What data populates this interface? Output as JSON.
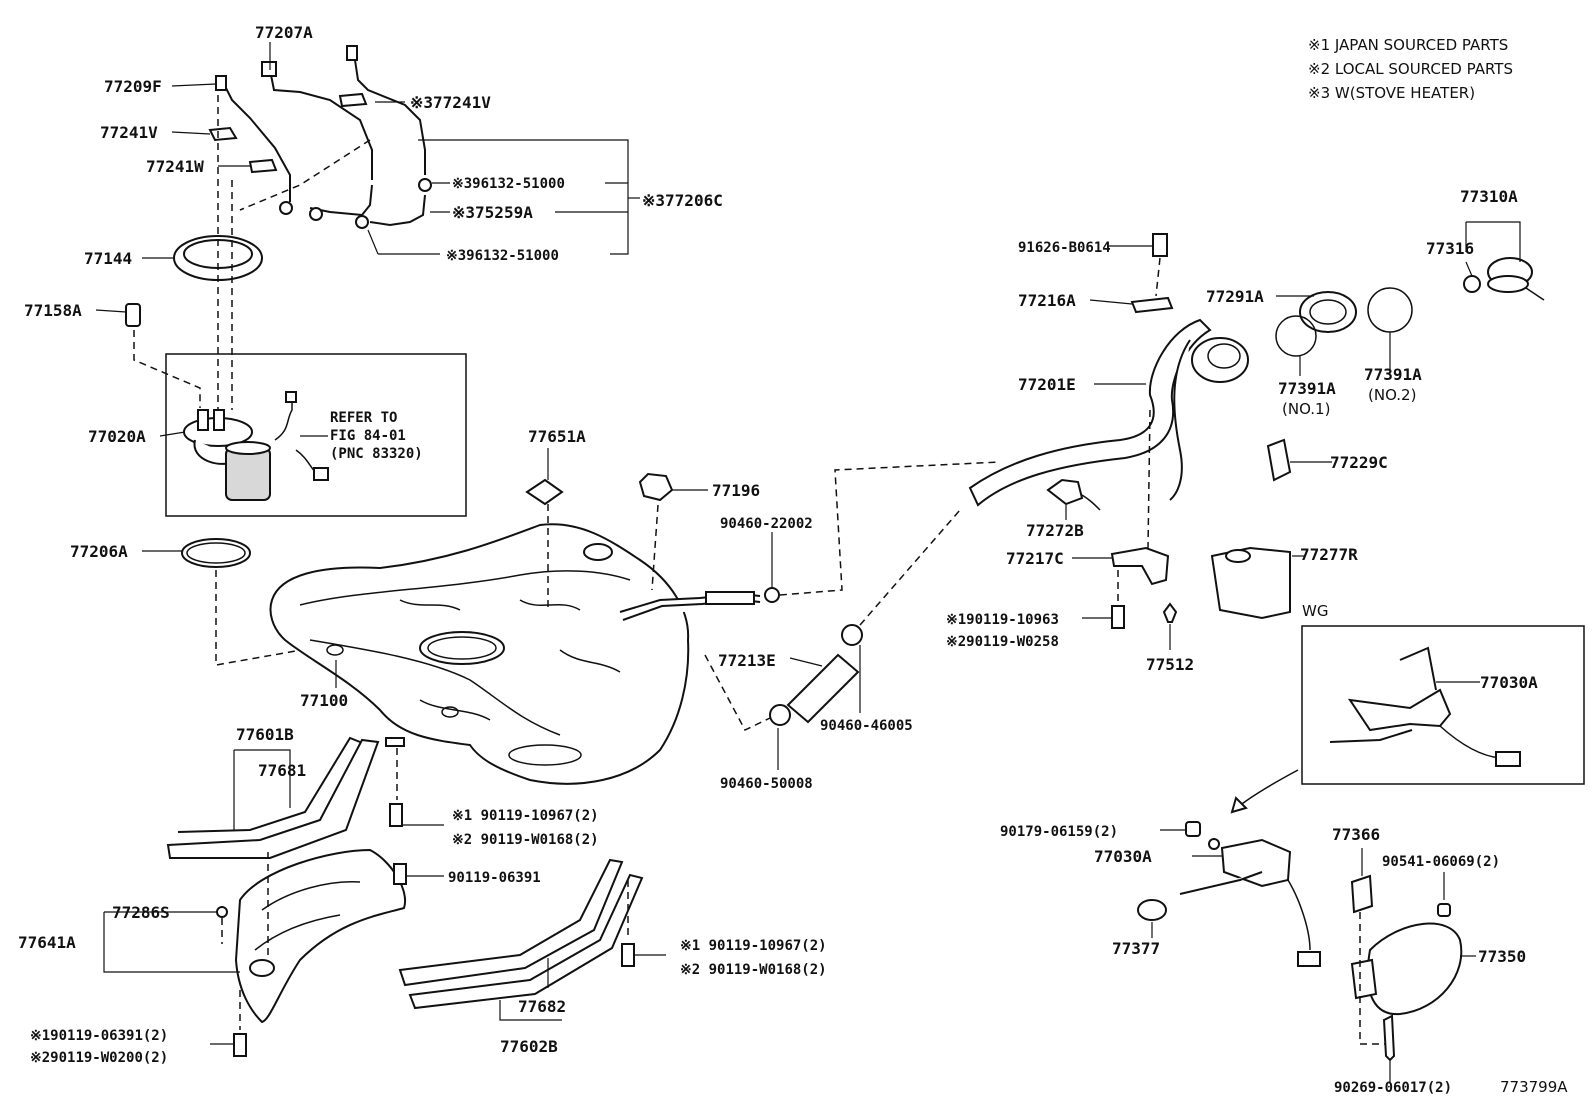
{
  "notes": [
    "※1 JAPAN SOURCED PARTS",
    "※2 LOCAL SOURCED PARTS",
    "※3 W(STOVE HEATER)"
  ],
  "figure_id": "773799A",
  "wg_label": "WG",
  "refer": [
    "REFER TO",
    "FIG 84-01",
    "(PNC 83320)"
  ],
  "labels": {
    "p77207A": "77207A",
    "p77209F": "77209F",
    "p77241V_top": "※377241V",
    "p77241V": "77241V",
    "p77241W": "77241W",
    "p396132_a": "※396132-51000",
    "p77206C": "※377206C",
    "p75259A": "※375259A",
    "p396132_b": "※396132-51000",
    "p77144": "77144",
    "p77158A": "77158A",
    "p77020A": "77020A",
    "p77651A": "77651A",
    "p77196": "77196",
    "p90460_22002": "90460-22002",
    "p77206A": "77206A",
    "p77100": "77100",
    "p77213E": "77213E",
    "p90460_46005": "90460-46005",
    "p90460_50008": "90460-50008",
    "p77601B": "77601B",
    "p77681": "77681",
    "p90119_10967_a": "※1 90119-10967(2)",
    "p90119_W0168_a": "※2 90119-W0168(2)",
    "p90119_06391": "90119-06391",
    "p77286S": "77286S",
    "p77641A": "77641A",
    "p90119_06391_2": "※190119-06391(2)",
    "p90119_W0200": "※290119-W0200(2)",
    "p90119_10967_b": "※1 90119-10967(2)",
    "p90119_W0168_b": "※2 90119-W0168(2)",
    "p77682": "77682",
    "p77602B": "77602B",
    "p91626": "91626-B0614",
    "p77216A": "77216A",
    "p77201E": "77201E",
    "p77272B": "77272B",
    "p77217C": "77217C",
    "p90119_10963": "※190119-10963",
    "p90119_W0258": "※290119-W0258",
    "p77512": "77512",
    "p77291A": "77291A",
    "p77391A_1": "77391A",
    "p77391A_1_sub": "(NO.1)",
    "p77391A_2": "77391A",
    "p77391A_2_sub": "(NO.2)",
    "p77310A": "77310A",
    "p77316": "77316",
    "p77229C": "77229C",
    "p77277R": "77277R",
    "p77030A_wg": "77030A",
    "p90179": "90179-06159(2)",
    "p77030A": "77030A",
    "p77366": "77366",
    "p90541": "90541-06069(2)",
    "p77377": "77377",
    "p77350": "77350",
    "p90269": "90269-06017(2)"
  }
}
